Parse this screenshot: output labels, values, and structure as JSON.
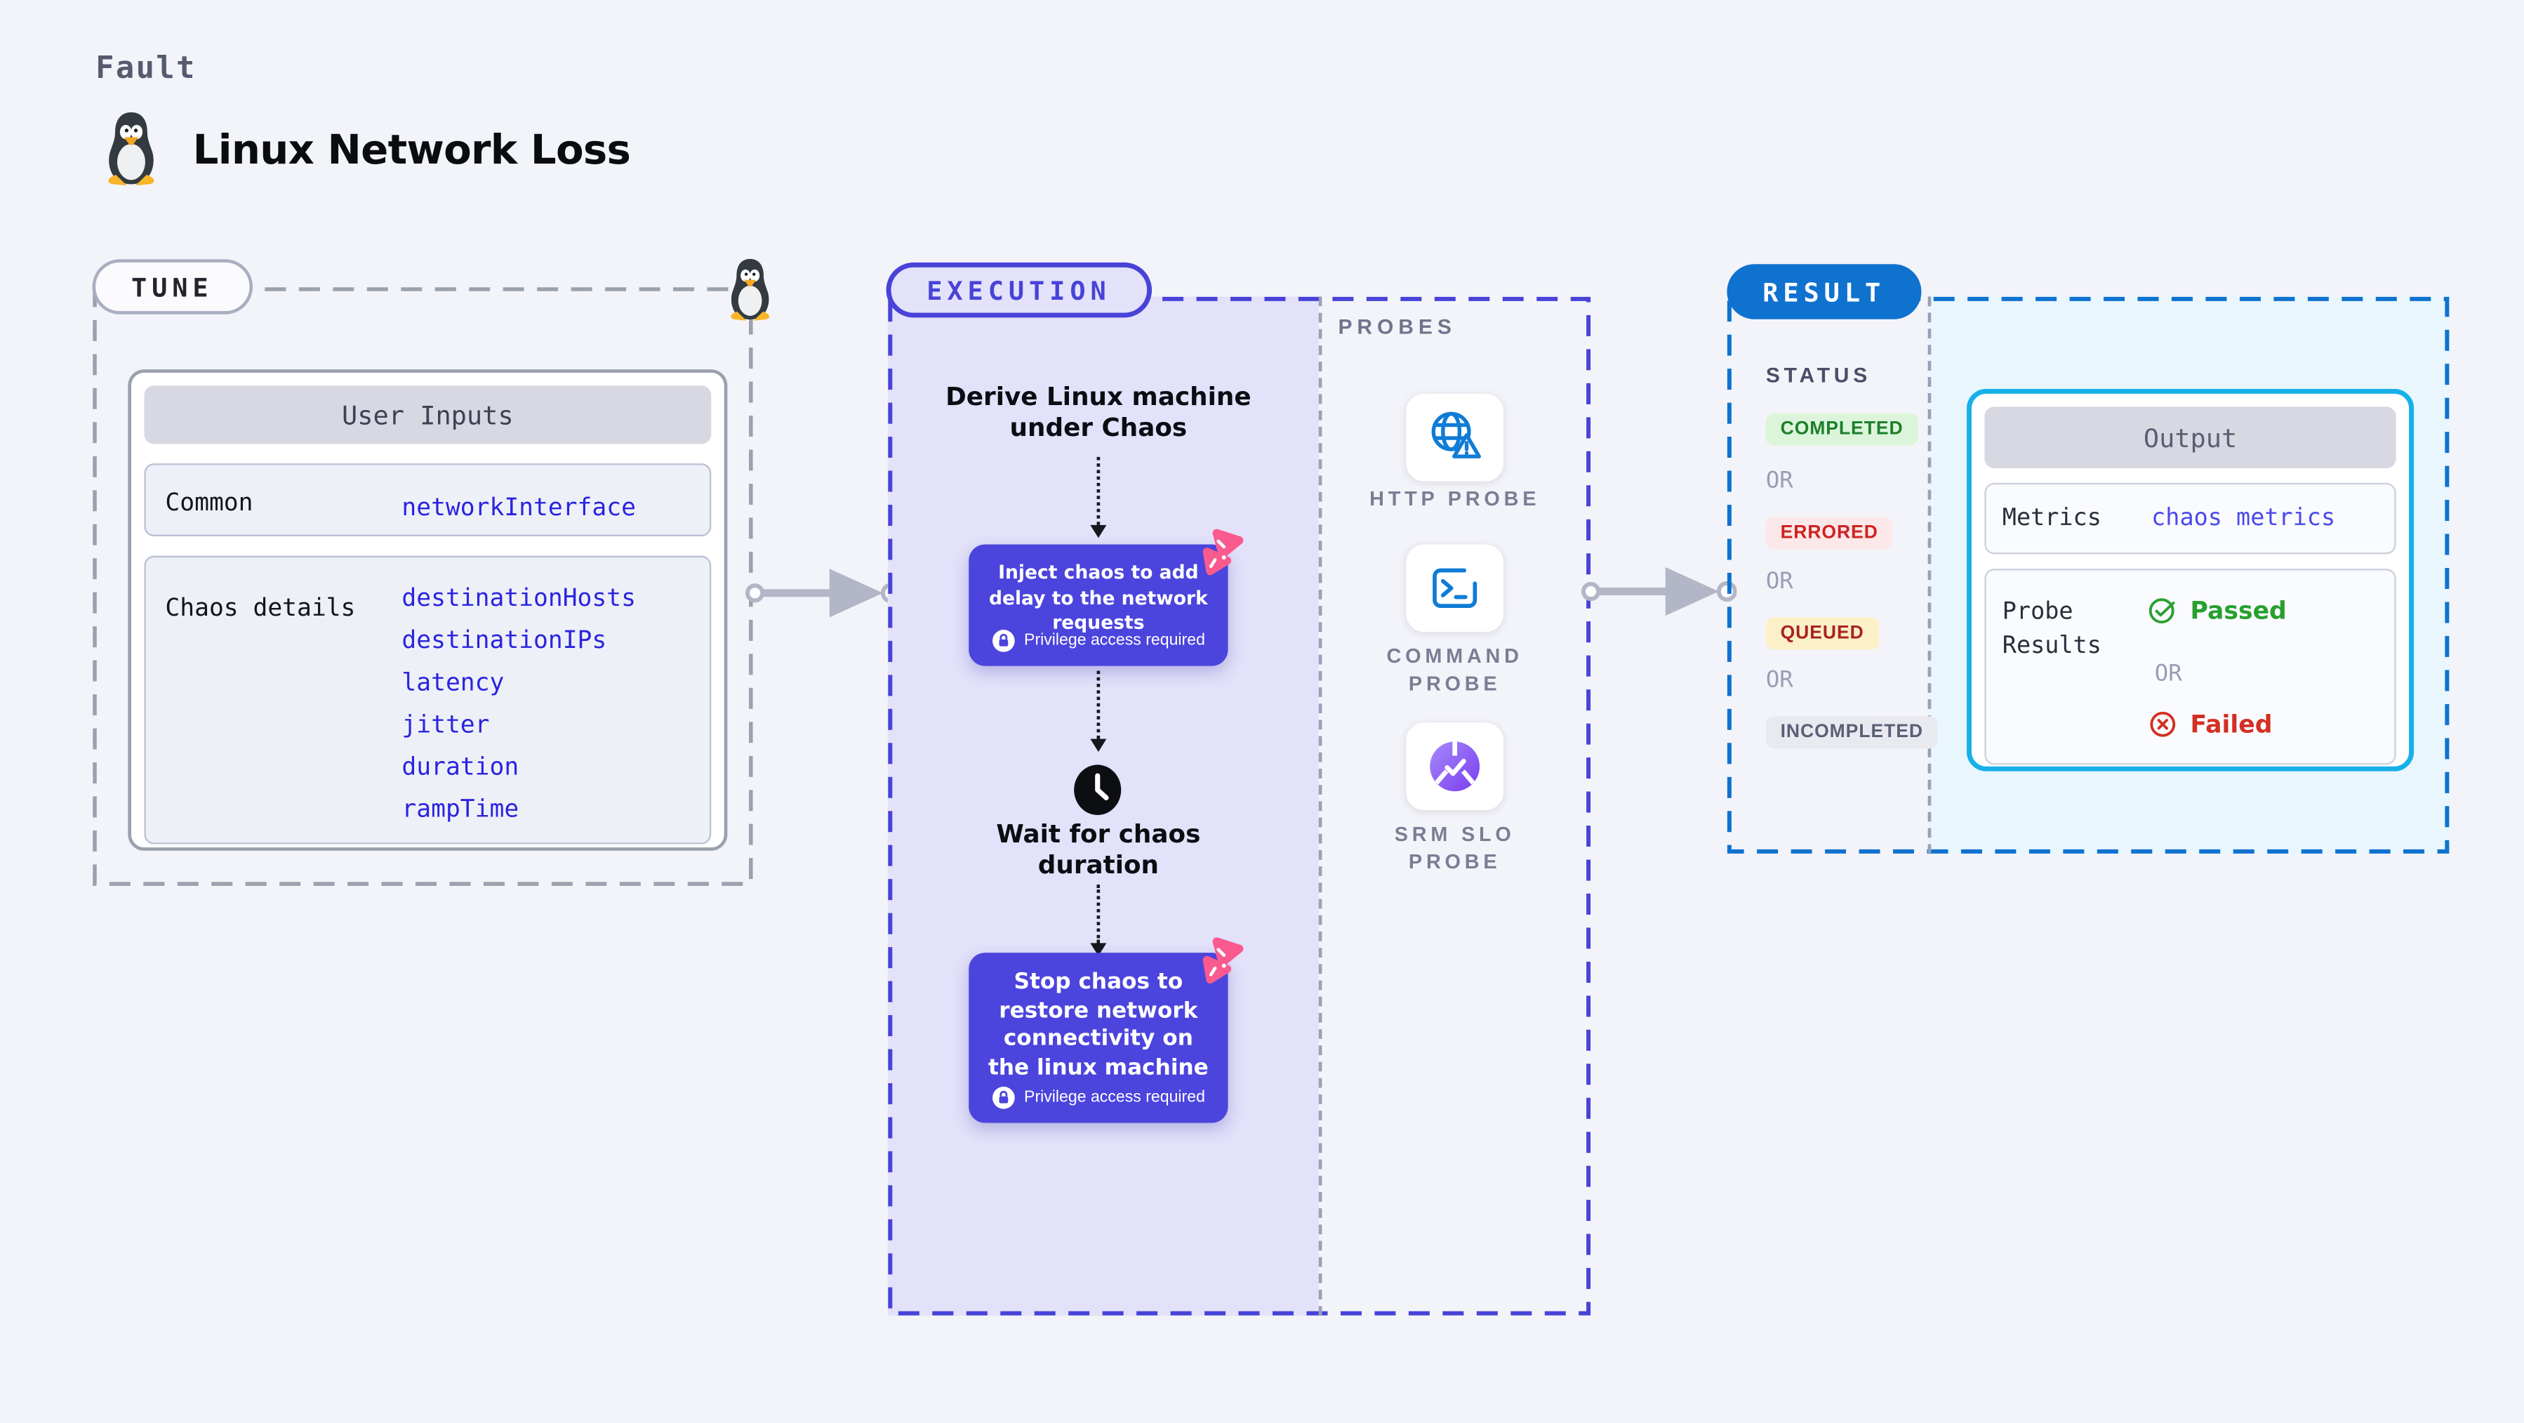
{
  "page": {
    "category_label": "Fault",
    "title": "Linux Network Loss",
    "title_icon": "tux-penguin-icon"
  },
  "tune": {
    "badge_label": "TUNE",
    "corner_icon": "tux-penguin-icon",
    "user_inputs": {
      "header": "User Inputs",
      "rows": [
        {
          "label": "Common",
          "values": [
            "networkInterface"
          ]
        },
        {
          "label": "Chaos details",
          "values": [
            "destinationHosts",
            "destinationIPs",
            "latency",
            "jitter",
            "duration",
            "rampTime"
          ]
        }
      ]
    }
  },
  "execution": {
    "badge_label": "EXECUTION",
    "steps": [
      {
        "type": "text",
        "text": "Derive Linux machine under Chaos"
      },
      {
        "type": "card",
        "text": "Inject chaos to add delay to the network requests",
        "note": "Privilege access required",
        "corner_icon": "chaos-pin-icon"
      },
      {
        "type": "icon-text",
        "icon": "clock-icon",
        "text": "Wait for chaos duration"
      },
      {
        "type": "card",
        "text": "Stop chaos to restore network connectivity on the linux machine",
        "note": "Privilege access required",
        "corner_icon": "chaos-pin-icon"
      }
    ],
    "probes": {
      "label": "PROBES",
      "items": [
        {
          "name": "HTTP PROBE",
          "icon": "globe-alert-icon"
        },
        {
          "name": "COMMAND PROBE",
          "icon": "terminal-icon"
        },
        {
          "name": "SRM SLO PROBE",
          "icon": "donut-check-icon"
        }
      ]
    }
  },
  "result": {
    "badge_label": "RESULT",
    "status": {
      "label": "STATUS",
      "separator": "OR",
      "items": [
        {
          "text": "COMPLETED",
          "fg": "#1d7f2c",
          "bg": "#dcf5da"
        },
        {
          "text": "ERRORED",
          "fg": "#cf2222",
          "bg": "#fce8e8"
        },
        {
          "text": "QUEUED",
          "fg": "#a8241d",
          "bg": "#fbf0c8"
        },
        {
          "text": "INCOMPLETED",
          "fg": "#5b5f76",
          "bg": "#e9e9f0"
        }
      ]
    },
    "output": {
      "header": "Output",
      "metrics_label": "Metrics",
      "metrics_value": "chaos metrics",
      "probe_results_label": "Probe Results",
      "passed_label": "Passed",
      "or_label": "OR",
      "failed_label": "Failed"
    }
  },
  "colors": {
    "page_bg": "#f3f4f9",
    "tune_dash": "#9ba1ad",
    "execution_accent": "#4843d8",
    "execution_bg": "#e3e2fa",
    "chaos_card_bg": "#4b44dd",
    "chaos_pin_pink": "#fa5a8e",
    "probe_icon_blue": "#0f7cd6",
    "slo_purple": "#7a3bee",
    "result_accent": "#0f72cf",
    "result_panel_bg": "#e9f6fd",
    "output_border": "#17b0e8",
    "value_blue": "#2a24e0",
    "passed_green": "#27a02f",
    "failed_red": "#d32f23",
    "arrow_gray": "#b3b6c6"
  }
}
